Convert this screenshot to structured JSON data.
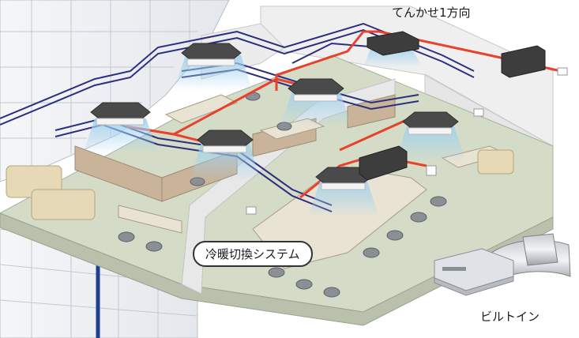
{
  "labels": {
    "top": "てんかせ1方向",
    "system": "冷暖切換システム",
    "bottom": "ビルトイン"
  },
  "colors": {
    "refrigerant_pipe": "#e8412c",
    "drain_pipe": "#2c2f7e",
    "floor": "#d4dcc8",
    "wall": "#ececec",
    "airflow": "#9fd2ef",
    "unit": "#4a4a4a"
  }
}
